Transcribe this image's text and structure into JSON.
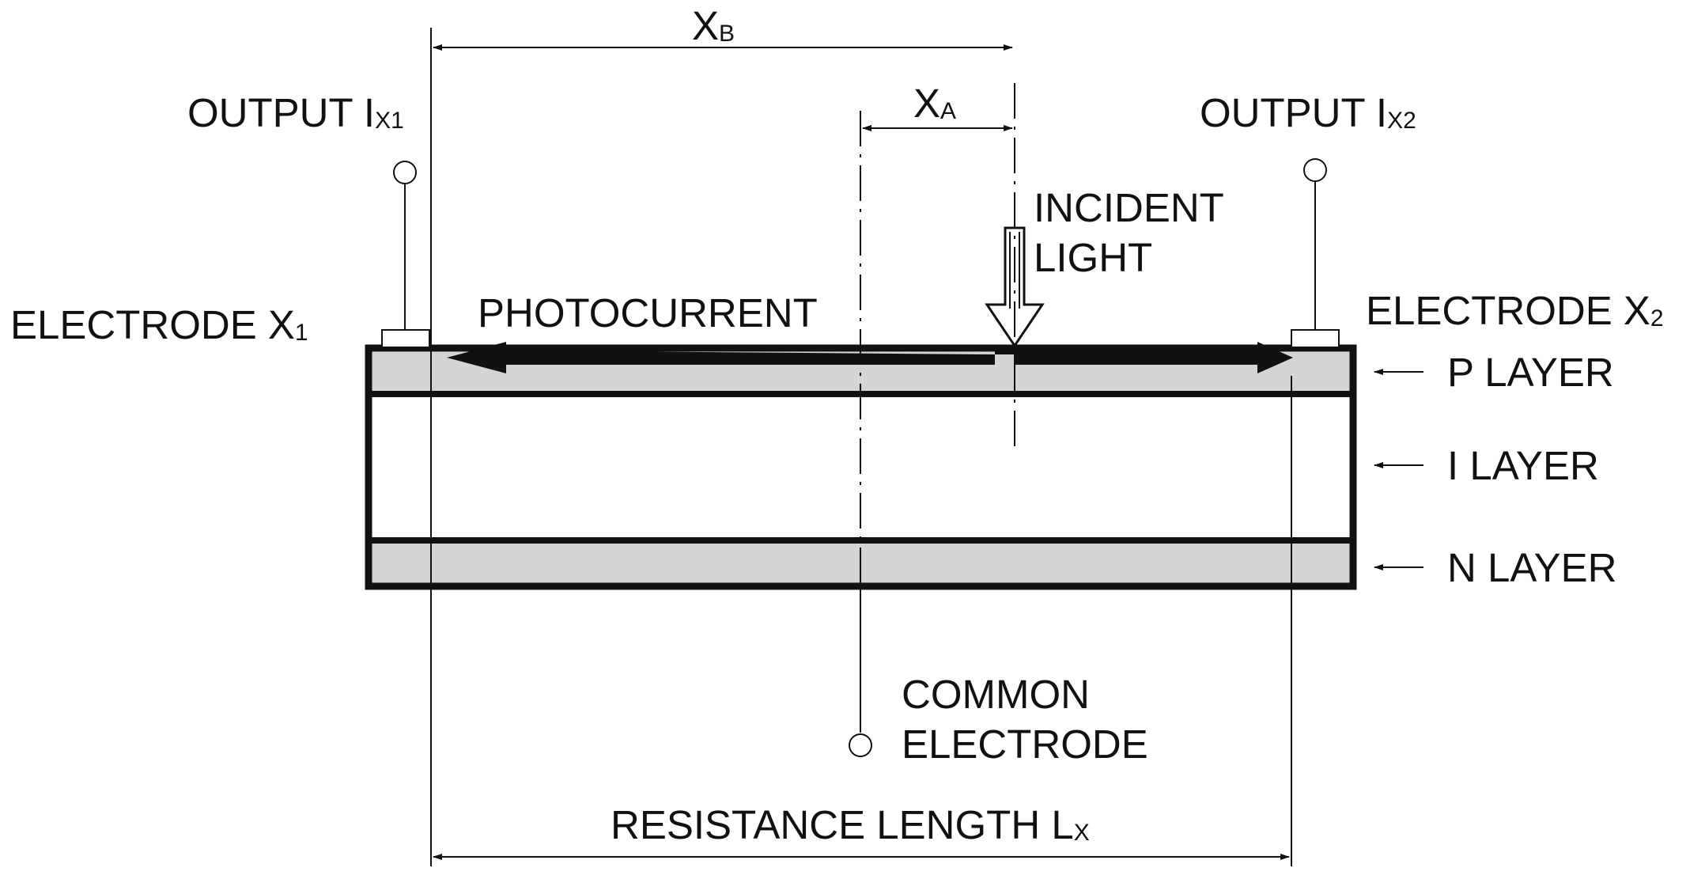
{
  "labels": {
    "xb": {
      "main": "X",
      "sub": "B"
    },
    "xa": {
      "main": "X",
      "sub": "A"
    },
    "output_1": {
      "main": "OUTPUT I",
      "sub": "X1"
    },
    "output_2": {
      "main": "OUTPUT I",
      "sub": "X2"
    },
    "incident_light": [
      "INCIDENT",
      "LIGHT"
    ],
    "electrode_1": {
      "main": "ELECTRODE X",
      "sub": "1"
    },
    "electrode_2": {
      "main": "ELECTRODE X",
      "sub": "2"
    },
    "photocurrent": "PHOTOCURRENT",
    "p_layer": "P LAYER",
    "i_layer": "I LAYER",
    "n_layer": "N LAYER",
    "common_electrode": [
      "COMMON",
      "ELECTRODE"
    ],
    "resistance_length": {
      "main": "RESISTANCE LENGTH L",
      "sub": "X"
    }
  },
  "colors": {
    "layer_fill": "#d4d4d4",
    "line": "#111111",
    "background": "#ffffff"
  }
}
